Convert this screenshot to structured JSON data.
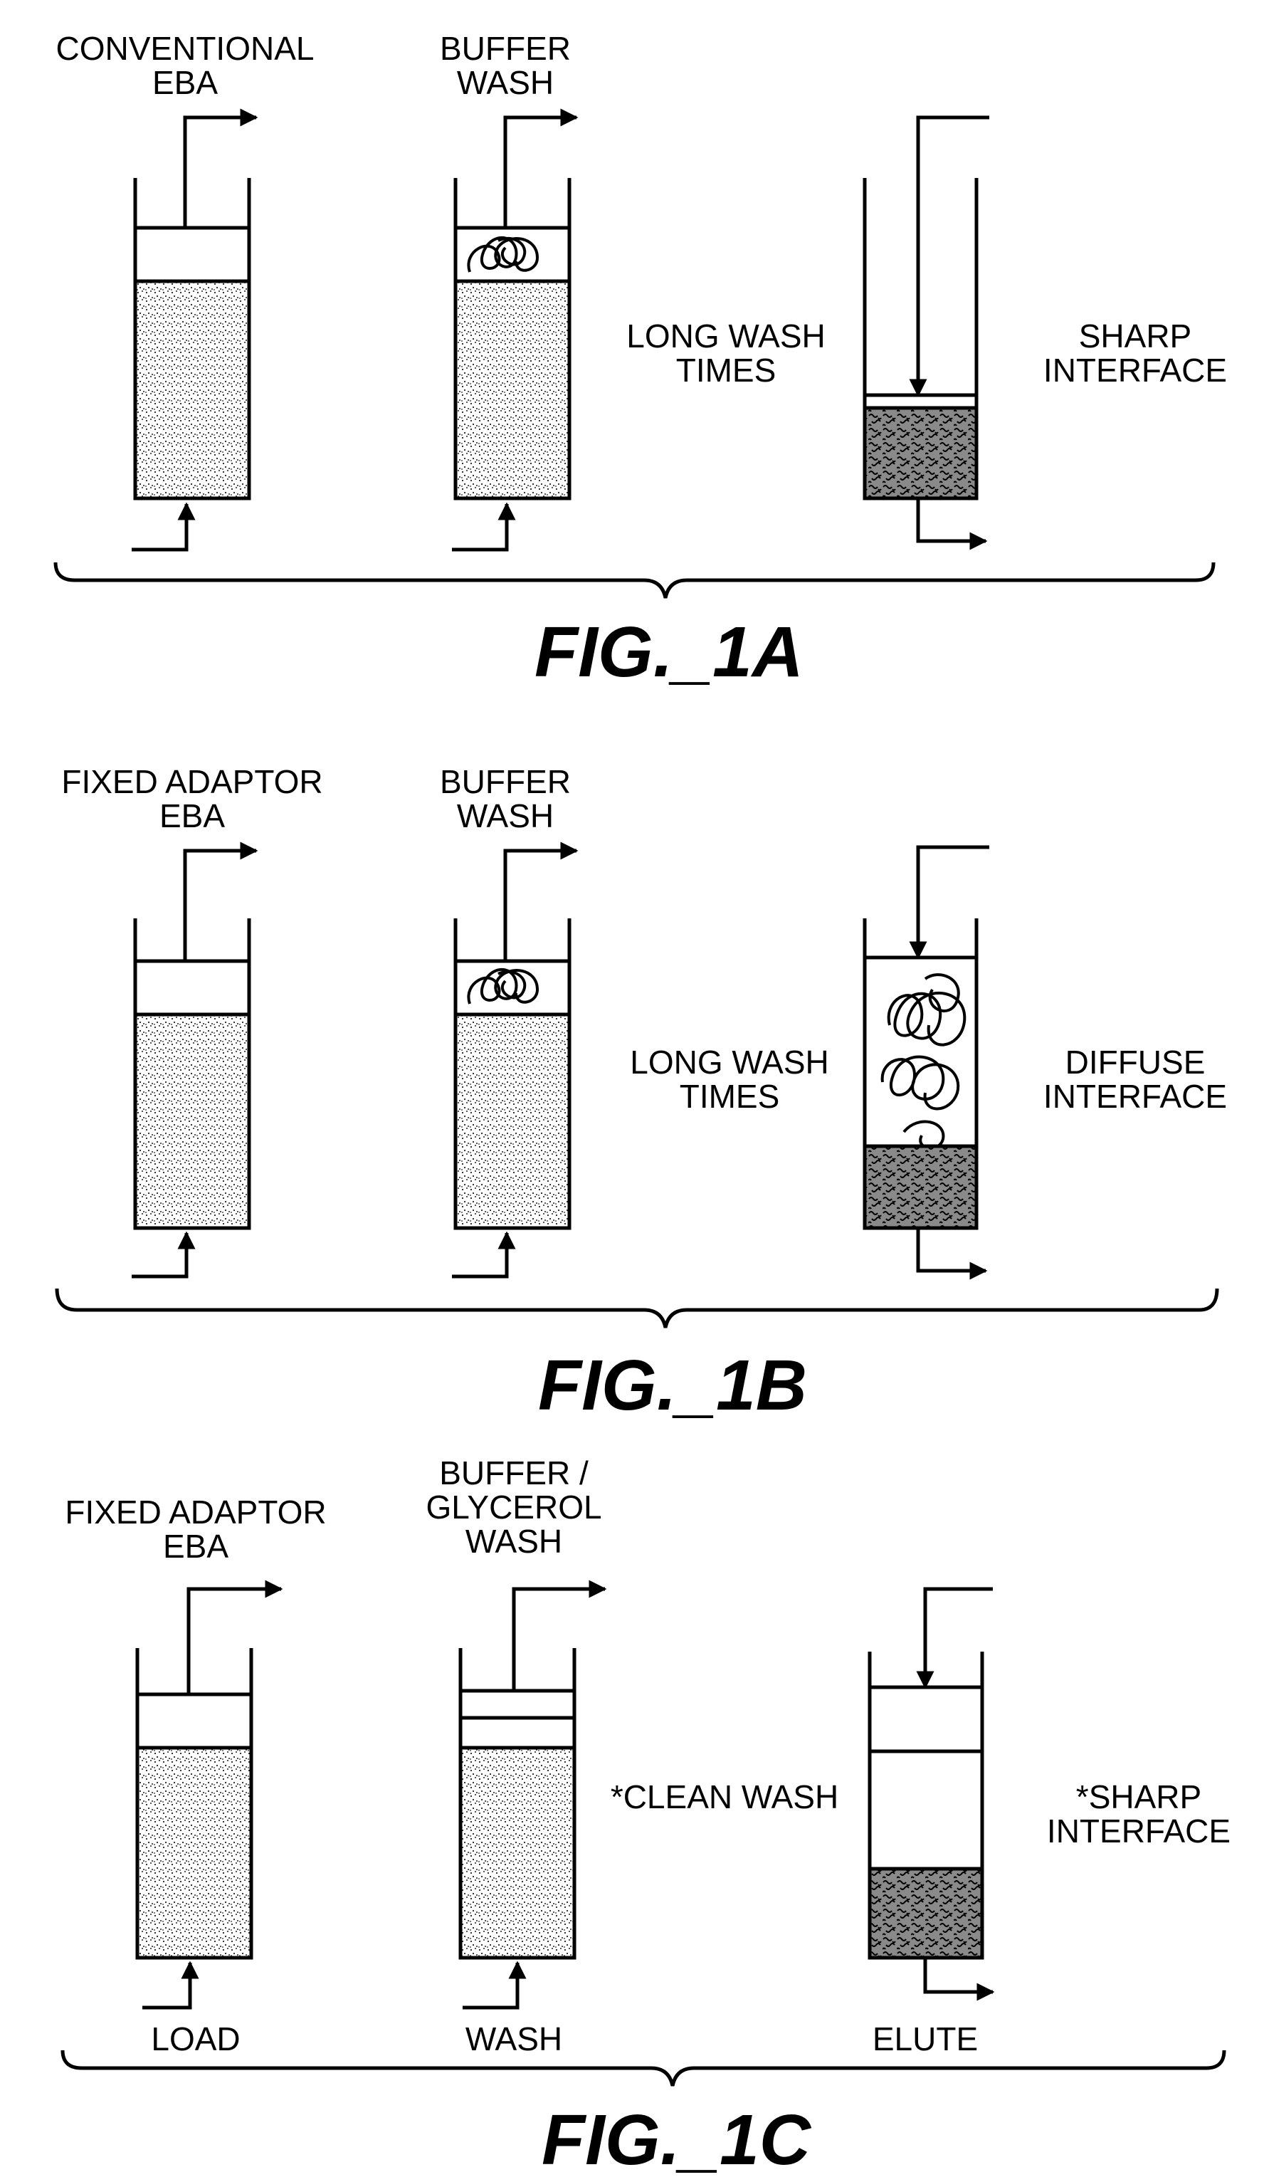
{
  "figures": [
    {
      "caption": "FIG._1A",
      "stages": [
        {
          "label": [
            "CONVENTIONAL",
            "EBA"
          ]
        },
        {
          "label": [
            "BUFFER",
            "WASH"
          ],
          "note": [
            "LONG WASH",
            "TIMES"
          ]
        },
        {
          "label": [],
          "note": [
            "SHARP",
            "INTERFACE"
          ]
        }
      ]
    },
    {
      "caption": "FIG._1B",
      "stages": [
        {
          "label": [
            "FIXED ADAPTOR",
            "EBA"
          ]
        },
        {
          "label": [
            "BUFFER",
            "WASH"
          ],
          "note": [
            "LONG WASH",
            "TIMES"
          ]
        },
        {
          "label": [],
          "note": [
            "DIFFUSE",
            "INTERFACE"
          ]
        }
      ]
    },
    {
      "caption": "FIG._1C",
      "stages": [
        {
          "label": [
            "FIXED ADAPTOR",
            "EBA"
          ],
          "step": "LOAD"
        },
        {
          "label": [
            "BUFFER /",
            "GLYCEROL",
            "WASH"
          ],
          "note": [
            "*CLEAN WASH"
          ],
          "step": "WASH"
        },
        {
          "label": [],
          "note": [
            "*SHARP",
            "INTERFACE"
          ],
          "step": "ELUTE"
        }
      ]
    }
  ]
}
